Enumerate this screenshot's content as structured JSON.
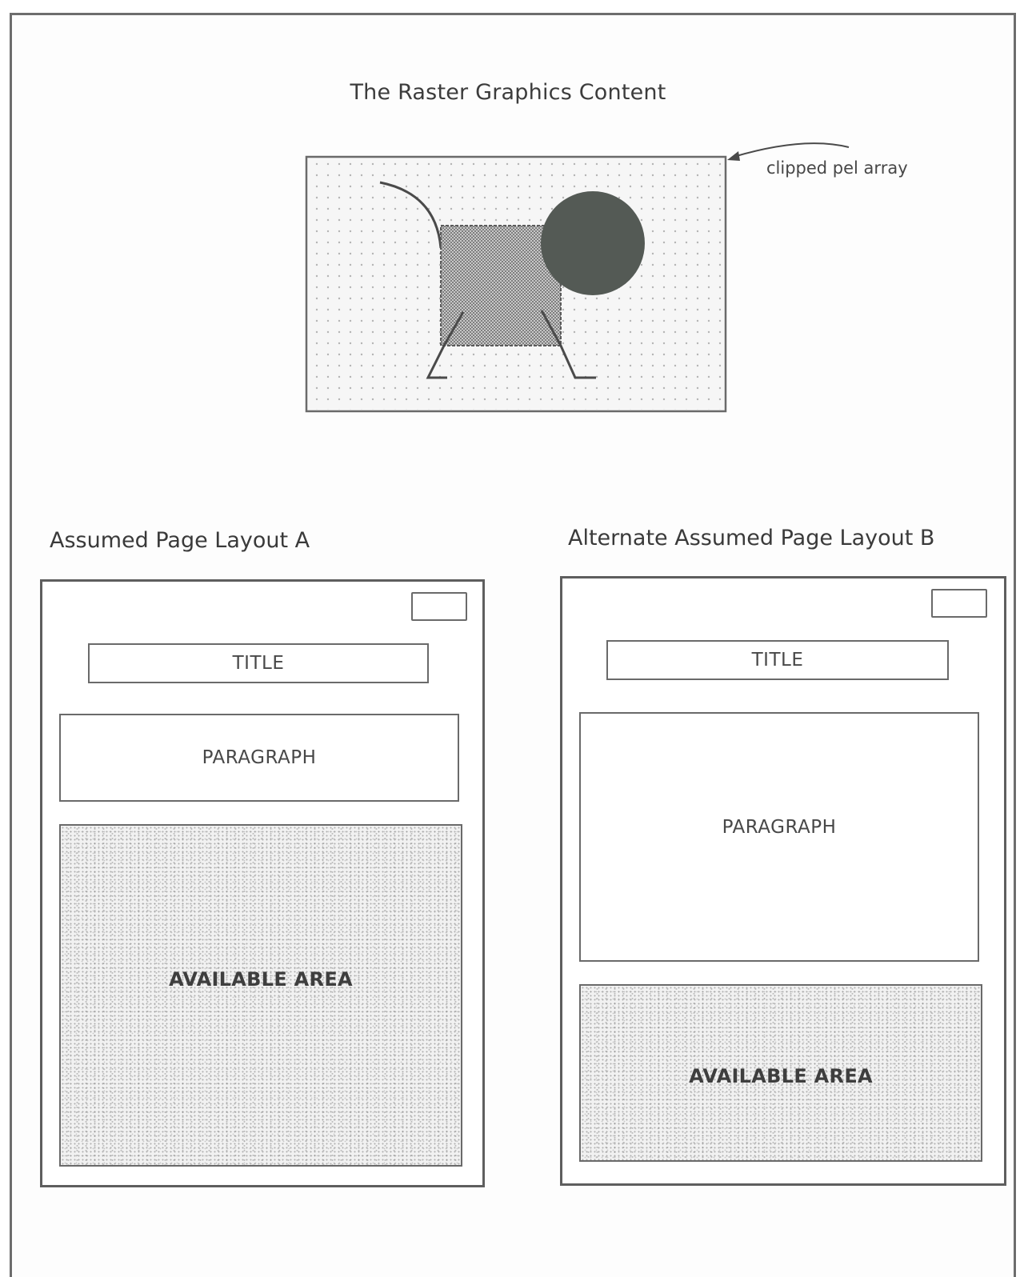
{
  "raster": {
    "title": "The Raster Graphics Content",
    "callout_label": "clipped pel array",
    "colors": {
      "circle": "#545a55",
      "square_fill": "#a9a9a9",
      "stroke": "#4a4a4a"
    }
  },
  "layout_a": {
    "heading": "Assumed Page Layout A",
    "title_label": "TITLE",
    "paragraph_label": "PARAGRAPH",
    "available_label": "AVAILABLE AREA"
  },
  "layout_b": {
    "heading": "Alternate Assumed Page Layout B",
    "title_label": "TITLE",
    "paragraph_label": "PARAGRAPH",
    "available_label": "AVAILABLE AREA"
  }
}
